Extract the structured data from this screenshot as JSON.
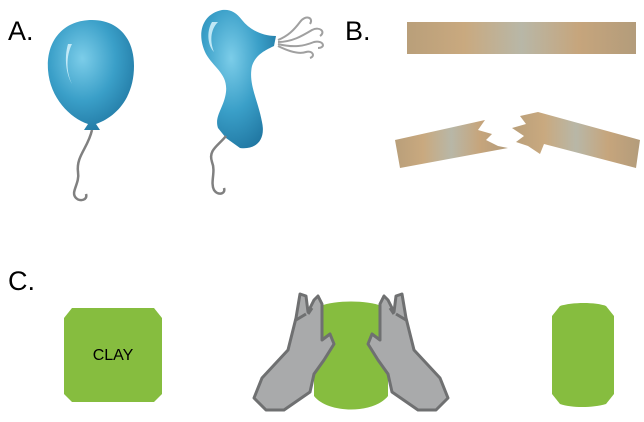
{
  "panels": {
    "a": {
      "label": "A."
    },
    "b": {
      "label": "B."
    },
    "c": {
      "label": "C.",
      "clay_label": "CLAY"
    }
  },
  "icons": {
    "balloon_inflated": "balloon-icon",
    "balloon_deflating": "deflating-balloon-icon",
    "stick_intact": "wooden-stick-icon",
    "stick_broken": "broken-stick-icon",
    "clay_block": "clay-block-icon",
    "hands_pressing": "hands-pressing-icon",
    "clay_squeezed": "squeezed-clay-icon"
  },
  "colors": {
    "balloon": "#3a9fc8",
    "balloon_highlight": "#8fd6ef",
    "string": "#808080",
    "wood": "#c2a47c",
    "clay": "#86bd3f",
    "hand_fill": "#a9aaab",
    "hand_stroke": "#6f7071"
  }
}
